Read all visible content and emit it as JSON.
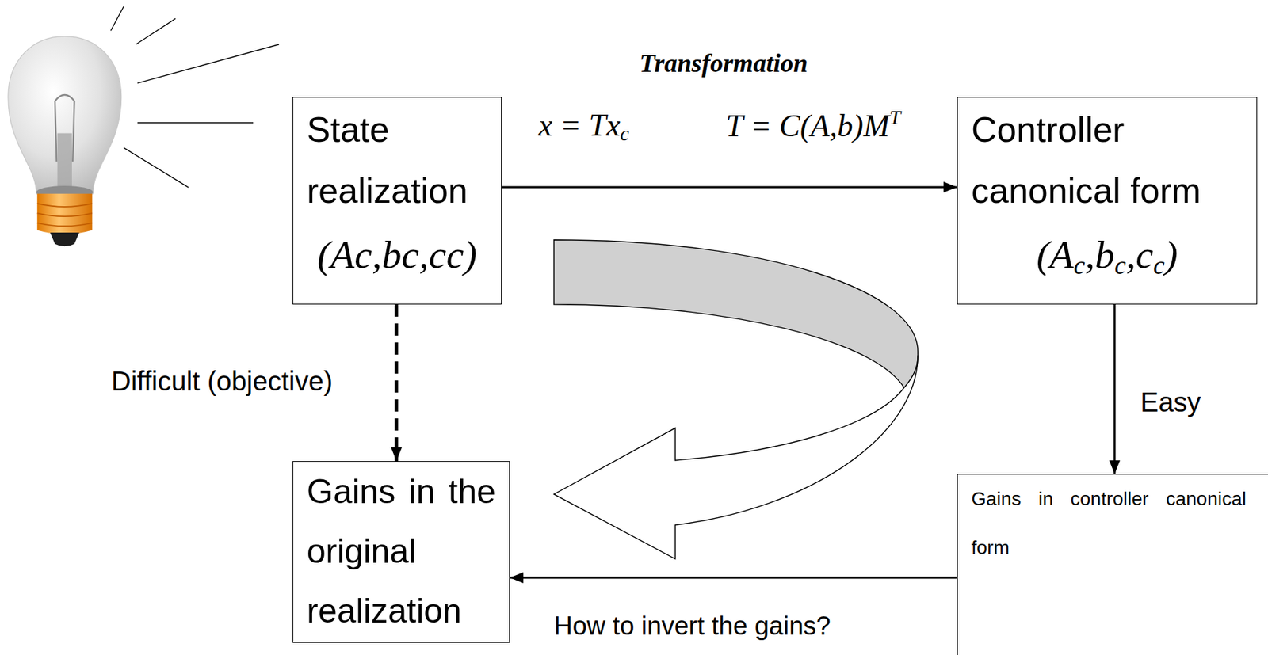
{
  "diagram": {
    "nodes": [
      {
        "text": [
          "State realization",
          "(Ac,bc,cc)"
        ]
      },
      {
        "text": [
          "Controller canonical form",
          "(Ac,bc,cc)"
        ]
      },
      {
        "text": [
          "Gains in the original realization"
        ]
      },
      {
        "text": [
          "Gains in controller canonical form"
        ]
      }
    ],
    "edges": [
      {
        "from": 0,
        "to": 1,
        "arrow": "to"
      },
      {
        "from": 0,
        "to": 2,
        "arrow": "to",
        "label": "Difficult (objective)"
      },
      {
        "from": 1,
        "to": 3,
        "arrow": "to",
        "label": "Easy"
      },
      {
        "from": 3,
        "to": 2,
        "arrow": "to",
        "label": "How to invert the gains?"
      }
    ],
    "labels": [
      "Transformation",
      "x = Txc",
      "T = C(A,b)MT"
    ]
  }
}
